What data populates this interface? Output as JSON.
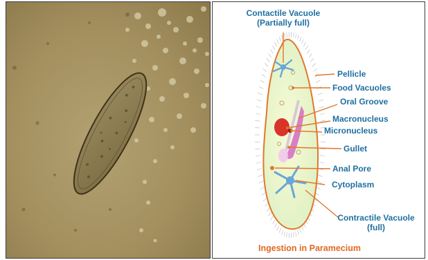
{
  "labels": {
    "contractile_vacuole_partial_line1": "Contactile Vacuole",
    "contractile_vacuole_partial_line2": "(Partially full)",
    "pellicle": "Pellicle",
    "food_vacuoles": "Food Vacuoles",
    "oral_groove": "Oral Groove",
    "macronucleus": "Macronucleus",
    "micronucleus": "Micronucleus",
    "gullet": "Gullet",
    "anal_pore": "Anal Pore",
    "cytoplasm": "Cytoplasm",
    "contractile_vacuole_full_line1": "Contractile Vacuole",
    "contractile_vacuole_full_line2": "(full)"
  },
  "caption": "Ingestion in Paramecium",
  "colors": {
    "label_text": "#1f6fa0",
    "caption_text": "#e06a1f",
    "leader_lines": "#e2772a",
    "cell_fill": "#f4f7c8",
    "cell_outline": "#e2772a",
    "macronucleus": "#d8342a",
    "gullet": "#d36ac4",
    "vacuole": "#6aa7d6",
    "photo_background": "#a89767"
  }
}
